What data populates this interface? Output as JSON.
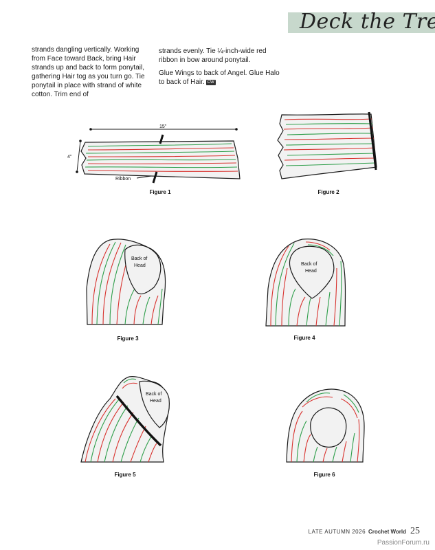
{
  "header": {
    "section_title": "Deck the Tree"
  },
  "body_text": {
    "left_column": "strands dangling vertically. Working from Face toward Back, bring Hair strands up and back to form ponytail, gathering Hair tog as you turn go. Tie ponytail in place with strand of white cotton. Trim end of",
    "right_column_p1": "strands evenly. Tie ¼-inch-wide red ribbon in bow around ponytail.",
    "right_column_p2": "Glue Wings to back of Angel. Glue Halo to back of Hair.",
    "badge": "CW"
  },
  "figures": {
    "figure1": {
      "caption": "Figure 1",
      "width_label": "15\"",
      "height_label": "4\"",
      "ribbon_label": "Ribbon"
    },
    "figure2": {
      "caption": "Figure 2"
    },
    "figure3": {
      "caption": "Figure 3",
      "label_line1": "Back of",
      "label_line2": "Head"
    },
    "figure4": {
      "caption": "Figure 4",
      "label_line1": "Back of",
      "label_line2": "Head"
    },
    "figure5": {
      "caption": "Figure 5",
      "label_line1": "Back of",
      "label_line2": "Head"
    },
    "figure6": {
      "caption": "Figure 6"
    }
  },
  "colors": {
    "red_strand": "#d8322e",
    "green_strand": "#2e9e4a",
    "outline": "#1a1a1a",
    "fill": "#f2f2f2",
    "tab": "#c7d8cc"
  },
  "footer": {
    "issue": "LATE AUTUMN 2026",
    "magazine": "Crochet World",
    "page_number": "25",
    "watermark": "PassionForum.ru"
  }
}
